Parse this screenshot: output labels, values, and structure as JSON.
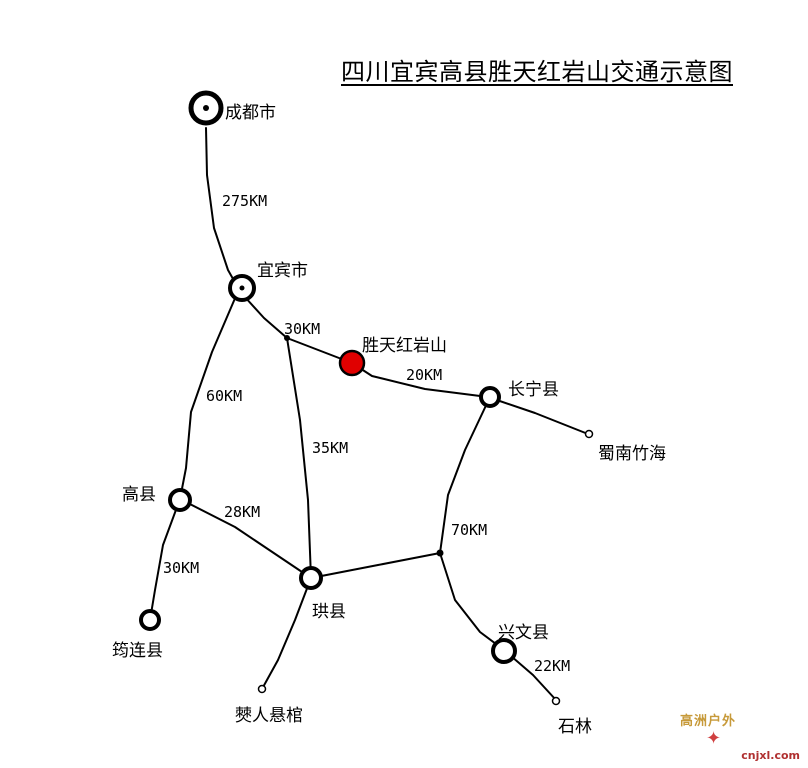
{
  "title": "四川宜宾高县胜天红岩山交通示意图",
  "places": {
    "chengdu": "成都市",
    "yibin": "宜宾市",
    "shengtian": "胜天红岩山",
    "changning": "长宁县",
    "shunan": "蜀南竹海",
    "gaoxian": "高县",
    "junlian": "筠连县",
    "gongxian": "珙县",
    "bo": "僰人悬棺",
    "xingwen": "兴文县",
    "shilin": "石林"
  },
  "distances": {
    "chengdu_yibin": "275KM",
    "yibin_junction": "30KM",
    "shengtian_changning": "20KM",
    "yibin_gaoxian": "60KM",
    "junction_gongxian": "35KM",
    "gaoxian_gongxian": "28KM",
    "gaoxian_junlian": "30KM",
    "changning_xingwen": "70KM",
    "xingwen_shilin": "22KM"
  },
  "highlight_color": "#e00000",
  "watermark": {
    "line1": "高洲户外",
    "line2": "cnjxl.com"
  }
}
